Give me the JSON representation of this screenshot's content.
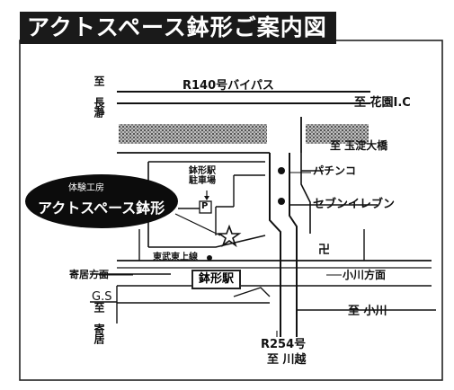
{
  "title": "アクトスペース鉢形ご案内図",
  "roads": {
    "bypass": "R140号バイパス",
    "r254_number": "R254号",
    "r254_dest": "至 川越"
  },
  "directions": {
    "left_top": "至 長瀞",
    "hanazono": "至 花園I.C",
    "right_mid": "至 玉淀大橋",
    "yorii_way": "寄居方面",
    "ogawa_way": "小川方面",
    "ogawa": "至 小川",
    "yorii": "至 寄居"
  },
  "landmarks": {
    "pachinko": "パチンコ",
    "seven_eleven": "セブンイレブン",
    "parking": "鉢形駅駐車場",
    "parking_mark": "P",
    "station": "鉢形駅",
    "tobu_line": "東武東上線",
    "gas_station": "G.S",
    "kanji_right": "卍"
  },
  "callout": {
    "small": "体験工房",
    "big": "アクトスペース鉢形"
  },
  "colors": {
    "ink": "#111111",
    "title_bg": "#1a1a1a",
    "callout_bg": "#0c0c0c",
    "river_texture": "#777777"
  }
}
